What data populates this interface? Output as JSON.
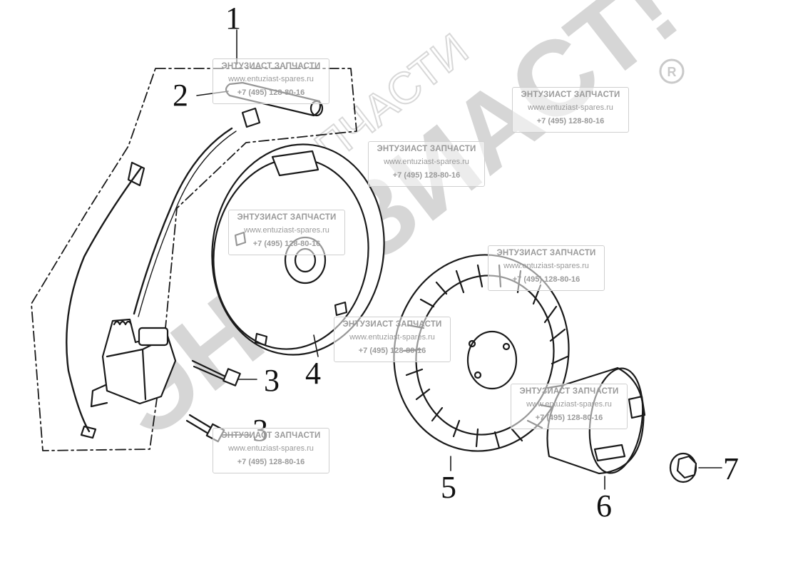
{
  "callouts": [
    "1",
    "2",
    "3",
    "3",
    "4",
    "5",
    "6",
    "7"
  ],
  "watermark": {
    "company": "ЭНТУЗИАСТ ЗАПЧАСТИ",
    "url": "www.entuziast-spares.ru",
    "phone": "+7 (495) 128-80-16"
  },
  "brand_text": "ЭНТУЗИАСТ!",
  "brand_subtext": "ЗАПЧАСТИ",
  "registered_mark": "R",
  "colors": {
    "line": "#1a1a1a",
    "brand": "#c8c8c8",
    "watermark_text": "#9a9a9a"
  }
}
